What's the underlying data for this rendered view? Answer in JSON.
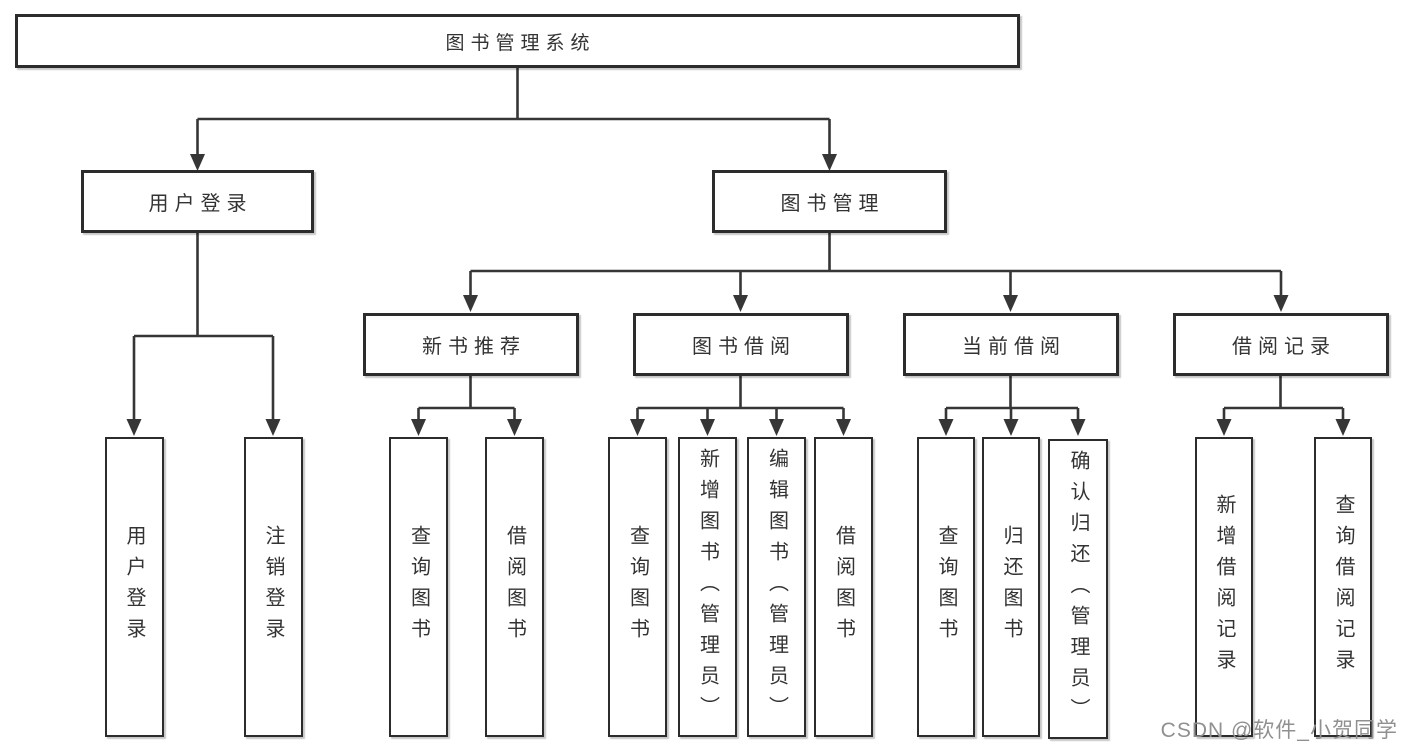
{
  "root": {
    "label": "图书管理系统"
  },
  "branches": {
    "user_login": {
      "label": "用户登录",
      "children": [
        {
          "label": "用户登录"
        },
        {
          "label": "注销登录"
        }
      ]
    },
    "book_management": {
      "label": "图书管理",
      "sections": [
        {
          "label": "新书推荐",
          "children": [
            {
              "label": "查询图书"
            },
            {
              "label": "借阅图书"
            }
          ]
        },
        {
          "label": "图书借阅",
          "children": [
            {
              "label": "查询图书"
            },
            {
              "label": "新增图书（管理员）"
            },
            {
              "label": "编辑图书（管理员）"
            },
            {
              "label": "借阅图书"
            }
          ]
        },
        {
          "label": "当前借阅",
          "children": [
            {
              "label": "查询图书"
            },
            {
              "label": "归还图书"
            },
            {
              "label": "确认归还（管理员）"
            }
          ]
        },
        {
          "label": "借阅记录",
          "children": [
            {
              "label": "新增借阅记录"
            },
            {
              "label": "查询借阅记录"
            }
          ]
        }
      ]
    }
  },
  "watermark": {
    "text": "CSDN @软件_小贺同学"
  },
  "colors": {
    "background": "#ffffff",
    "box_border": "#2c2c2c",
    "line": "#363636",
    "text": "#333333",
    "watermark": "#909090"
  }
}
